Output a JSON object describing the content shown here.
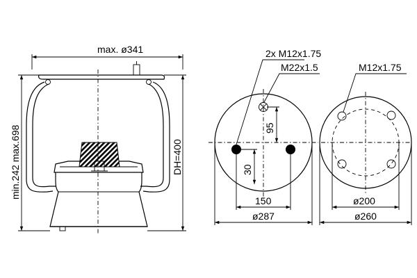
{
  "colors": {
    "line": "#000000",
    "background": "#ffffff",
    "rubber_hatch": "#000000"
  },
  "side_view": {
    "max_diameter_label": "max. ø341",
    "height_range_label": "min.242 max.698",
    "design_height_label": "DH=400"
  },
  "top_plate_view": {
    "thread_pair_label": "2x M12x1.75",
    "air_fitting_label": "M22x1.5",
    "dim_95_label": "95",
    "dim_30_label": "30",
    "dim_150_label": "150",
    "diameter_label": "ø287"
  },
  "bottom_piston_view": {
    "thread_label": "M12x1.75",
    "bolt_circle_label": "ø200",
    "diameter_label": "ø260"
  }
}
